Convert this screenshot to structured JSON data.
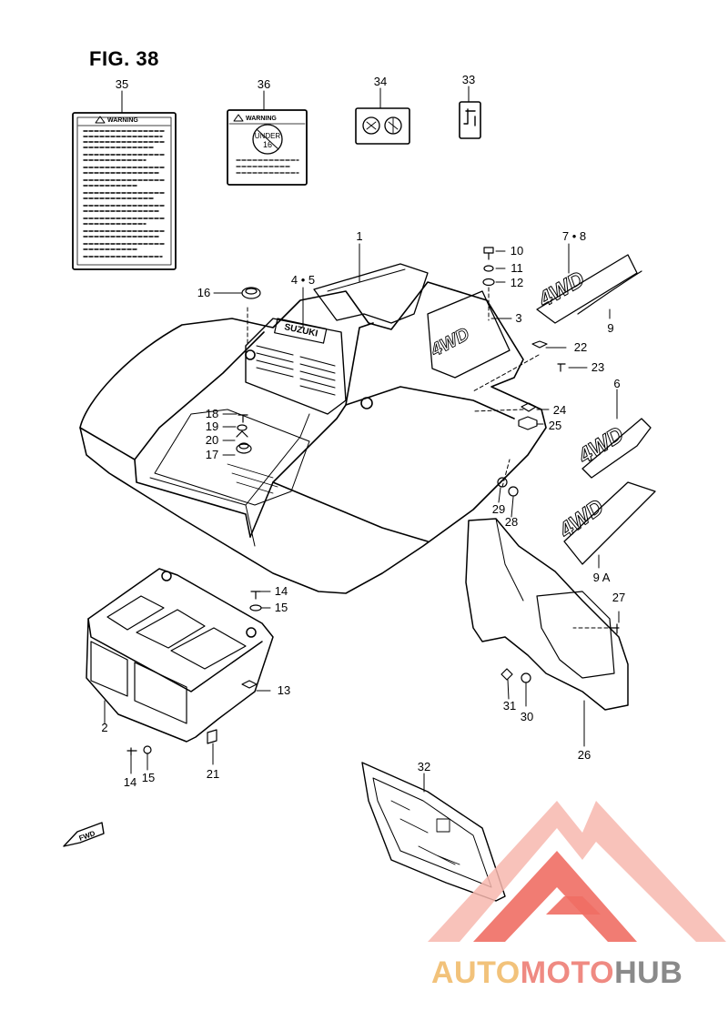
{
  "figure": {
    "title": "FIG. 38"
  },
  "callouts": [
    {
      "id": "c35",
      "text": "35"
    },
    {
      "id": "c36",
      "text": "36"
    },
    {
      "id": "c34",
      "text": "34"
    },
    {
      "id": "c33",
      "text": "33"
    },
    {
      "id": "c1",
      "text": "1"
    },
    {
      "id": "c45",
      "text": "4 • 5"
    },
    {
      "id": "c16",
      "text": "16"
    },
    {
      "id": "c10",
      "text": "10"
    },
    {
      "id": "c11",
      "text": "11"
    },
    {
      "id": "c12",
      "text": "12"
    },
    {
      "id": "c3",
      "text": "3"
    },
    {
      "id": "c78",
      "text": "7 • 8"
    },
    {
      "id": "c9",
      "text": "9"
    },
    {
      "id": "c22",
      "text": "22"
    },
    {
      "id": "c23",
      "text": "23"
    },
    {
      "id": "c6",
      "text": "6"
    },
    {
      "id": "c24",
      "text": "24"
    },
    {
      "id": "c25",
      "text": "25"
    },
    {
      "id": "c18",
      "text": "18"
    },
    {
      "id": "c19",
      "text": "19"
    },
    {
      "id": "c20",
      "text": "20"
    },
    {
      "id": "c17",
      "text": "17"
    },
    {
      "id": "c29",
      "text": "29"
    },
    {
      "id": "c28",
      "text": "28"
    },
    {
      "id": "c9a",
      "text": "9 A"
    },
    {
      "id": "c27",
      "text": "27"
    },
    {
      "id": "c14a",
      "text": "14"
    },
    {
      "id": "c15a",
      "text": "15"
    },
    {
      "id": "c13",
      "text": "13"
    },
    {
      "id": "c2",
      "text": "2"
    },
    {
      "id": "c31",
      "text": "31"
    },
    {
      "id": "c30",
      "text": "30"
    },
    {
      "id": "c26",
      "text": "26"
    },
    {
      "id": "c14b",
      "text": "14"
    },
    {
      "id": "c15b",
      "text": "15"
    },
    {
      "id": "c21",
      "text": "21"
    },
    {
      "id": "c32",
      "text": "32"
    }
  ],
  "labels": {
    "warning_35": "WARNING",
    "warning_36": "WARNING",
    "under_age_line1": "UNDER",
    "under_age_line2": "16",
    "brand": "SUZUKI",
    "emblem_4wd": "4WD",
    "fwd": "FWD"
  },
  "watermark": {
    "part1": "AUTO",
    "part2": "MOTO",
    "part3": "HUB"
  },
  "colors": {
    "line": "#000000",
    "watermark_red": "#ef6e64",
    "watermark_pink": "#f7b7ae",
    "watermark_gold": "#f2c27a",
    "watermark_gray": "#8a8a8a"
  }
}
